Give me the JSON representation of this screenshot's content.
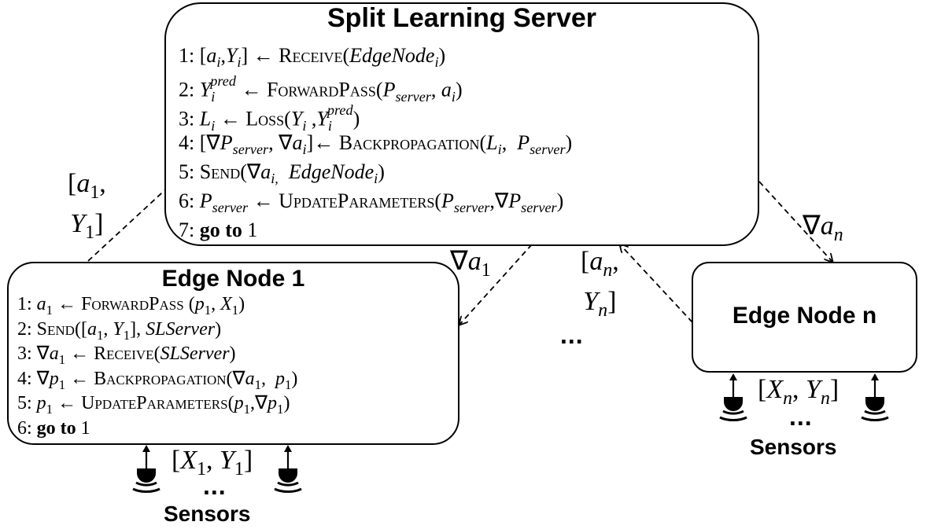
{
  "server": {
    "title": "Split Learning Server",
    "steps": [
      {
        "num": "1:",
        "a": "[",
        "b": "a",
        "c": "i",
        "d": ",Y",
        "e": "i",
        "f": "] ← ",
        "g": "Receive",
        "h": "(",
        "i": "EdgeNode",
        "j": "i",
        "k": ")"
      },
      {
        "num": "2:"
      },
      {
        "num": "3:"
      },
      {
        "num": "4:"
      },
      {
        "num": "5:"
      },
      {
        "num": "6:"
      },
      {
        "num": "7:",
        "go": "go to",
        "target": "1"
      }
    ]
  },
  "edge1": {
    "title": "Edge Node 1",
    "sensors_label": "Sensors",
    "sensor_data": "[X1, Y1]"
  },
  "edgen": {
    "title": "Edge Node n",
    "sensors_label": "Sensors",
    "sensor_data": "[Xn, Yn]"
  },
  "ellipsis": "...",
  "arrows": {
    "edge1_to_server": "[a1, Y1]",
    "server_to_edge1": "∇a1",
    "edgen_to_server": "[an, Yn]",
    "server_to_edgen": "∇an"
  }
}
